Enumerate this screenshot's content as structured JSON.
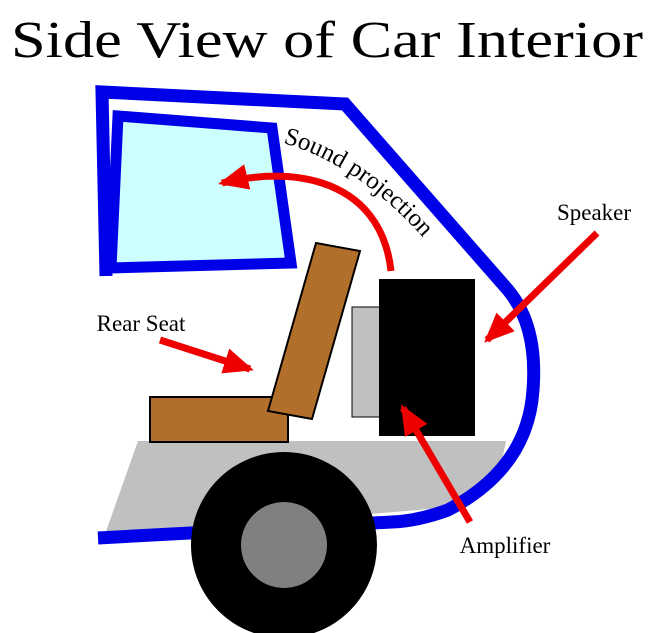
{
  "title": "Side View of Car Interior",
  "diagram": {
    "labels": {
      "sound_projection": "Sound projection",
      "speaker": "Speaker",
      "rear_seat": "Rear Seat",
      "amplifier": "Amplifier"
    },
    "colors": {
      "body_outline": "#0000E8",
      "window_fill": "#CCFFFF",
      "seat": "#B26E2B",
      "floor": "#C0C0C0",
      "wheel": "#000000",
      "hub": "#808080",
      "speaker_box": "#000000",
      "amplifier_box": "#C0C0C0",
      "arrow": "#EE0000"
    }
  }
}
